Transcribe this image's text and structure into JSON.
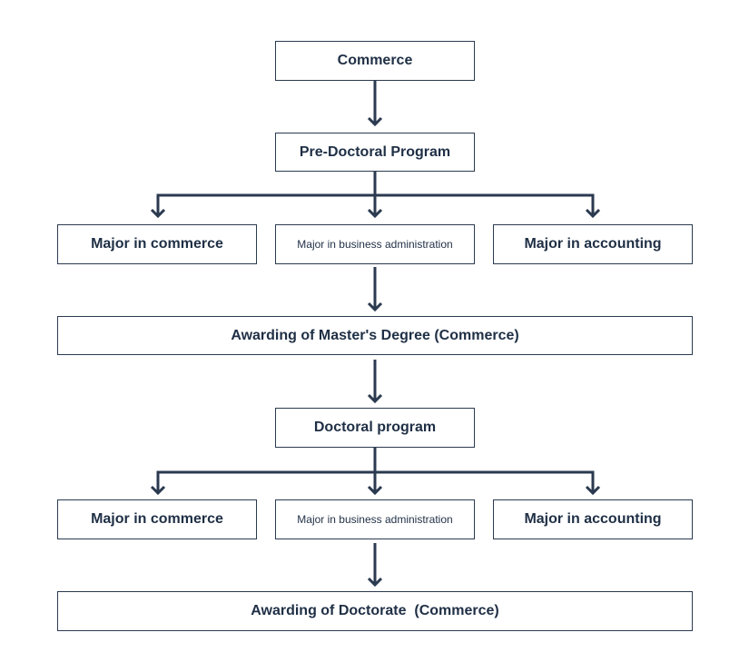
{
  "colors": {
    "line": "#2b3a50",
    "text": "#1f2f45",
    "box_border": "#2b3a50"
  },
  "nodes": {
    "commerce": "Commerce",
    "pre_doctoral": "Pre-Doctoral Program",
    "stage1": {
      "major_commerce": "Major in commerce",
      "major_business": "Major in business administration",
      "major_accounting": "Major in accounting"
    },
    "masters": "Awarding of Master's Degree (Commerce)",
    "doctoral": "Doctoral program",
    "stage2": {
      "major_commerce": "Major in commerce",
      "major_business": "Major in business administration",
      "major_accounting": "Major in accounting"
    },
    "doctorate": "Awarding of Doctorate  (Commerce)"
  }
}
